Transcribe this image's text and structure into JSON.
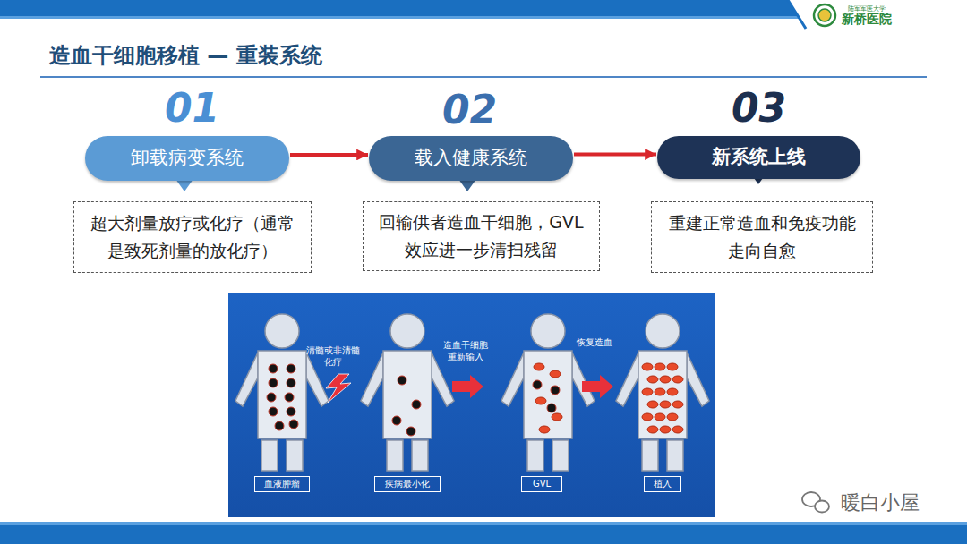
{
  "diagram": {
    "title": "造血干细胞移植 — 重装系统",
    "nodes": [
      {
        "text": [
          "卸载病变系统"
        ]
      },
      {
        "text": [
          "载入健康系统"
        ]
      },
      {
        "text": [
          "新系统上线"
        ]
      },
      {
        "text": [
          "超大剂量放疗或化疗（通常 是致死剂量的放化疗）"
        ]
      },
      {
        "text": [
          "回输供者造血干细胞，GVL 效应进一步清扫残留"
        ]
      },
      {
        "text": [
          "重建正常造血和免疫功能 走向自愈"
        ]
      },
      {
        "text": [
          "血液肿瘤"
        ]
      },
      {
        "text": [
          "疾病最小化"
        ]
      },
      {
        "text": [
          "GVL"
        ]
      },
      {
        "text": [
          "植入"
        ]
      }
    ],
    "edges": [
      {
        "from": 0,
        "to": 1,
        "arrow": "to"
      },
      {
        "from": 1,
        "to": 2,
        "arrow": "to"
      }
    ],
    "labels": [
      "01",
      "02",
      "03",
      "清髓或非清髓 化疗",
      "造血干细胞 重新输入",
      "恢复造血",
      "陆军军医大学",
      "新桥医院",
      "暖白小屋"
    ]
  }
}
